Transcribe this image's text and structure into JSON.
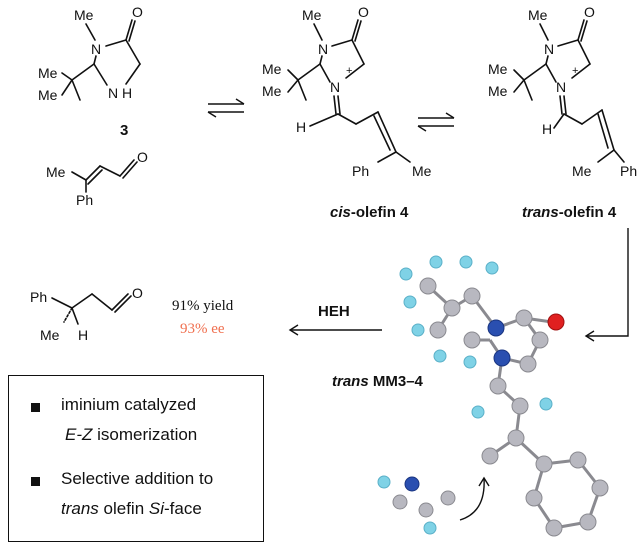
{
  "compound3": {
    "label": "3",
    "methyl": "Me",
    "nitrogen_me": "N",
    "nitrogen_h": "N",
    "h": "H",
    "me1": "Me",
    "me2": "Me"
  },
  "aldehyde": {
    "me": "Me",
    "ph": "Ph",
    "o": "O"
  },
  "cis": {
    "me_n": "Me",
    "n1": "N",
    "n2": "N",
    "plus": "+",
    "me1": "Me",
    "me2": "Me",
    "h": "H",
    "ph": "Ph",
    "me3": "Me",
    "o": "O",
    "label_em": "cis",
    "label_rest": "-olefin 4"
  },
  "trans": {
    "me_n": "Me",
    "n1": "N",
    "n2": "N",
    "plus": "+",
    "me1": "Me",
    "me2": "Me",
    "h": "H",
    "me3": "Me",
    "ph": "Ph",
    "o": "O",
    "label_em": "trans",
    "label_rest": "-olefin 4"
  },
  "product": {
    "ph": "Ph",
    "me": "Me",
    "h": "H",
    "o": "O"
  },
  "yield_text": "91% yield",
  "ee_text": "93% ee",
  "reagent": "HEH",
  "model_label_em": "trans",
  "model_label_rest": " MM3–4",
  "box": {
    "item1_line1": "iminium catalyzed",
    "item1_line2_em": "E-Z",
    "item1_line2_rest": " isomerization",
    "item2_line1": "Selective addition to",
    "item2_line2_em1": "trans",
    "item2_line2_mid": " olefin ",
    "item2_line2_em2": "Si",
    "item2_line2_rest": "-face"
  },
  "colors": {
    "atom_carbon": "#b8b8c0",
    "atom_hydrogen": "#7fd2e6",
    "atom_nitrogen": "#2a4fb0",
    "atom_oxygen": "#e02020",
    "ee_red": "#f07050"
  }
}
